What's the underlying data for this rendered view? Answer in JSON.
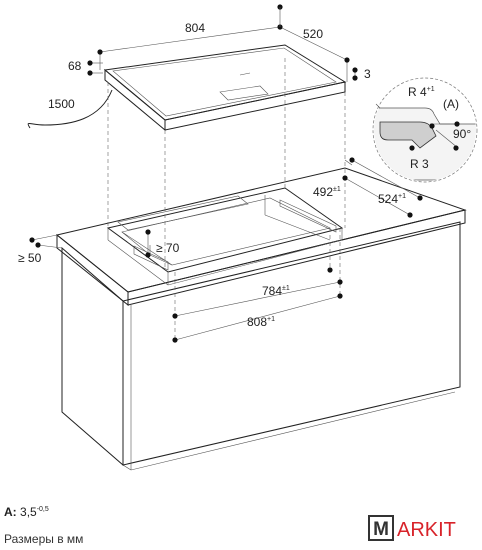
{
  "diagram": {
    "width_label": "804",
    "depth_label": "520",
    "height_label": "68",
    "edge_label": "3",
    "cable_label": "1500",
    "radius_top_label": "R 4",
    "radius_top_sup": "+1",
    "detail_label": "(A)",
    "angle_label": "90°",
    "radius_bottom_label": "R 3",
    "cut_depth_label": "492",
    "cut_depth_sup": "±1",
    "cut_depth_outer_label": "524",
    "cut_depth_outer_sup": "+1",
    "cut_width_label": "784",
    "cut_width_sup": "±1",
    "cut_width_outer_label": "808",
    "cut_width_outer_sup": "+1",
    "min_clearance_label": "≥ 70",
    "min_edge_label": "≥ 50"
  },
  "notes": {
    "a_label": "A:",
    "a_value": "3,5",
    "a_sup": "-0,5",
    "units": "Размеры в мм"
  },
  "brand": {
    "letter": "M",
    "rest": "ARKIT",
    "color": "#d8232a"
  }
}
